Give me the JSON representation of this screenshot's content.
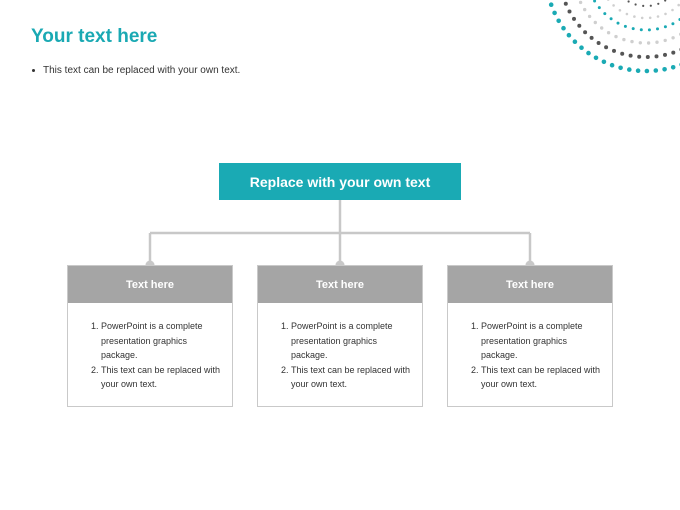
{
  "page": {
    "title": "Your text here",
    "bullet": "This text can be replaced with your own text."
  },
  "diagram": {
    "top_box": "Replace with your own text",
    "cards": [
      {
        "heading": "Text here",
        "items": [
          "PowerPoint is a complete presentation graphics package.",
          "This text can be replaced with your own text."
        ]
      },
      {
        "heading": "Text here",
        "items": [
          "PowerPoint is a complete presentation graphics package.",
          "This text can be replaced with your own text."
        ]
      },
      {
        "heading": "Text here",
        "items": [
          "PowerPoint is a complete presentation graphics package.",
          "This text can be replaced with your own text."
        ]
      }
    ]
  },
  "colors": {
    "accent": "#1aaab4",
    "card_header": "#a5a5a5",
    "connector": "#c8c8c8",
    "deco_dark": "#555555",
    "deco_light": "#cfcfcf"
  }
}
